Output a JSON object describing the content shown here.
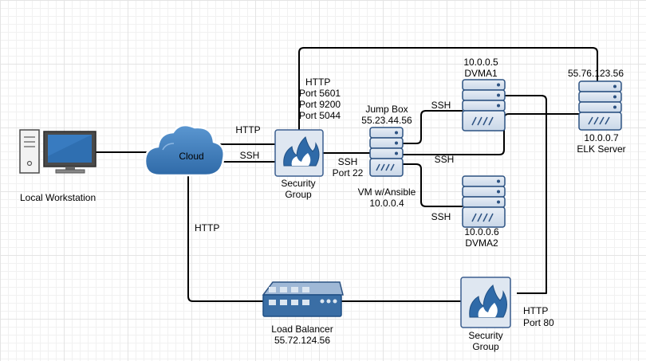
{
  "nodes": {
    "workstation": {
      "label": "Local Workstation"
    },
    "cloud": {
      "label": "Cloud"
    },
    "security_group_top": {
      "label_line1": "Security",
      "label_line2": "Group"
    },
    "jump_box": {
      "label_line1": "Jump Box",
      "label_line2": "55.23.44.56",
      "label_line3": "VM w/Ansible",
      "label_line4": "10.0.0.4"
    },
    "dvma1": {
      "label_line1": "10.0.0.5",
      "label_line2": "DVMA1"
    },
    "dvma2": {
      "label_line1": "10.0.0.6",
      "label_line2": "DVMA2"
    },
    "elk": {
      "label_line1": "55.76.123.56",
      "label_line2": "10.0.0.7",
      "label_line3": "ELK Server"
    },
    "load_balancer": {
      "label_line1": "Load Balancer",
      "label_line2": "55.72.124.56"
    },
    "security_group_bottom": {
      "label_line1": "Security",
      "label_line2": "Group"
    }
  },
  "edge_labels": {
    "cloud_sg_http": "HTTP",
    "cloud_sg_ssh": "SSH",
    "sg_ports_line1": "HTTP",
    "sg_ports_line2": "Port 5601",
    "sg_ports_line3": "Port 9200",
    "sg_ports_line4": "Port 5044",
    "sg_jump_ssh": "SSH",
    "sg_jump_port": "Port 22",
    "jump_dvma1_ssh": "SSH",
    "jump_elk_ssh": "SSH",
    "jump_dvma2_ssh": "SSH",
    "cloud_lb_http": "HTTP",
    "sg_bottom_http": "HTTP",
    "sg_bottom_port": "Port 80"
  },
  "colors": {
    "line": "#000000",
    "device_blue": "#3a6ea5",
    "device_light": "#dce6f1",
    "device_stroke": "#2c5282",
    "cloud_fill": "#3f7fbf",
    "grid": "#e4e4e4"
  },
  "icons": {
    "workstation": "desktop-computer-icon",
    "cloud": "cloud-icon",
    "security_group": "firewall-flame-icon",
    "server": "server-rack-icon",
    "load_balancer": "network-switch-icon"
  }
}
